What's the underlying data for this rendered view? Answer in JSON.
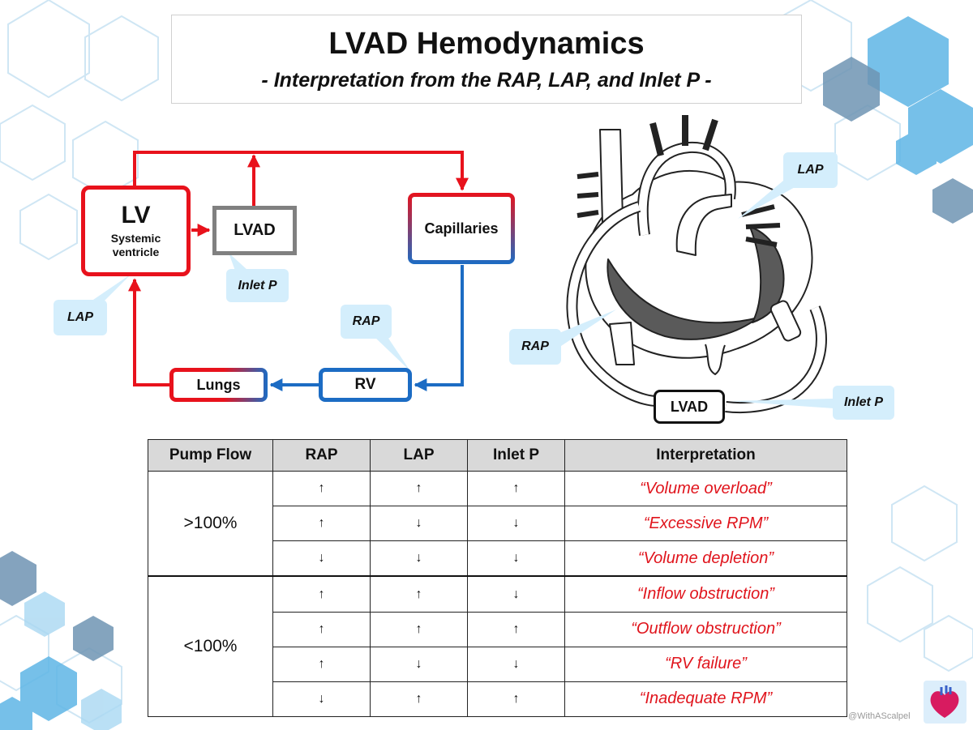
{
  "title": {
    "main": "LVAD Hemodynamics",
    "subtitle": "- Interpretation from the RAP, LAP, and Inlet P -"
  },
  "flow_diagram": {
    "lv_label": "LV",
    "lv_sublabel_1": "Systemic",
    "lv_sublabel_2": "ventricle",
    "lvad_label": "LVAD",
    "capillaries_label": "Capillaries",
    "lungs_label": "Lungs",
    "rv_label": "RV",
    "callout_lap": "LAP",
    "callout_inlet": "Inlet P",
    "callout_rap": "RAP",
    "colors": {
      "oxygenated": "#e8121c",
      "deoxygenated": "#1c6cc4",
      "device": "#808080"
    }
  },
  "heart_diagram": {
    "callout_lap": "LAP",
    "callout_rap": "RAP",
    "callout_inlet": "Inlet P",
    "lvad_label": "LVAD"
  },
  "table": {
    "headers": [
      "Pump Flow",
      "RAP",
      "LAP",
      "Inlet P",
      "Interpretation"
    ],
    "groups": [
      {
        "pump_flow": ">100%",
        "rows": [
          {
            "rap": "↑",
            "lap": "↑",
            "inlet": "↑",
            "interpretation": "“Volume overload”"
          },
          {
            "rap": "↑",
            "lap": "↓",
            "inlet": "↓",
            "interpretation": "“Excessive RPM”"
          },
          {
            "rap": "↓",
            "lap": "↓",
            "inlet": "↓",
            "interpretation": "“Volume depletion”"
          }
        ]
      },
      {
        "pump_flow": "<100%",
        "rows": [
          {
            "rap": "↑",
            "lap": "↑",
            "inlet": "↓",
            "interpretation": "“Inflow obstruction”"
          },
          {
            "rap": "↑",
            "lap": "↑",
            "inlet": "↑",
            "interpretation": "“Outflow obstruction”"
          },
          {
            "rap": "↑",
            "lap": "↓",
            "inlet": "↓",
            "interpretation": "“RV failure”"
          },
          {
            "rap": "↓",
            "lap": "↑",
            "inlet": "↑",
            "interpretation": "“Inadequate RPM”"
          }
        ]
      }
    ],
    "interpretation_color": "#e0141c"
  },
  "footer": {
    "watermark": "@WithAScalpel"
  },
  "colors": {
    "hex_light": "#cde6f5",
    "hex_mid": "#5fb6e6",
    "hex_dark": "#6f94b3"
  }
}
